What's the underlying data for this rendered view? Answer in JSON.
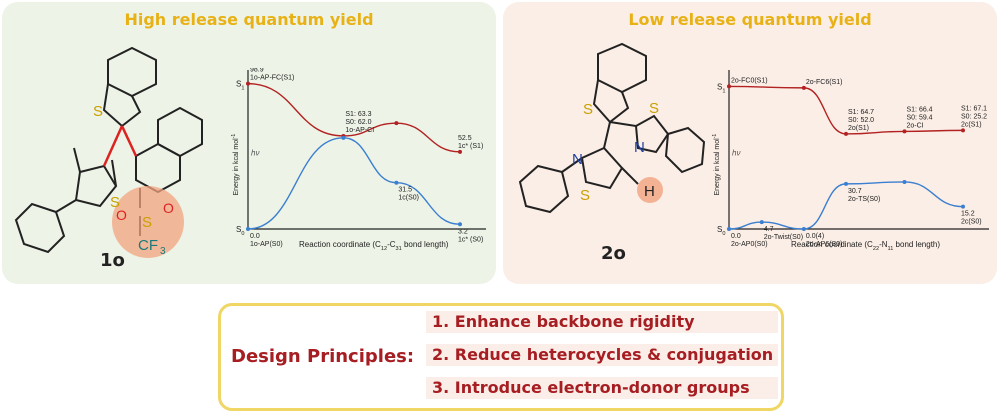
{
  "left": {
    "title": "High release quantum yield",
    "compound": "1o",
    "atoms": {
      "s1": "S",
      "s2": "S",
      "s3": "S",
      "o1": "O",
      "o2": "O",
      "cf3": "CF",
      "f3": "3"
    }
  },
  "right": {
    "title": "Low release quantum yield",
    "compound": "2o",
    "atoms": {
      "s1": "S",
      "s2": "S",
      "s3": "S",
      "n1": "N",
      "n2": "N",
      "h": "H"
    }
  },
  "design": {
    "title": "Design Principles:",
    "items": [
      "1. Enhance backbone rigidity",
      "2. Reduce heterocycles & conjugation",
      "3. Introduce electron-donor groups"
    ]
  },
  "colors": {
    "title": "#e8b217",
    "red_curve": "#b22222",
    "blue_curve": "#3a7fd0",
    "principle": "#a61d22"
  },
  "chart_data": [
    {
      "type": "line",
      "xlabel_html": [
        "Reaction coordinate (C",
        "12",
        "-C",
        "31",
        " bond length)"
      ],
      "ylabel": "Energy in kcal mol",
      "ylabel_sup": "-1",
      "hv_label": "hν",
      "s1_axis_label": [
        "S",
        "1"
      ],
      "s0_axis_label": [
        "S",
        "0"
      ],
      "ylim": [
        0,
        100
      ],
      "series": [
        {
          "name": "S1",
          "color": "#b22222",
          "points": [
            {
              "x": 0.0,
              "y": 98.9
            },
            {
              "x": 0.45,
              "y": 63.3
            },
            {
              "x": 0.7,
              "y": 72
            },
            {
              "x": 1.0,
              "y": 52.5
            }
          ]
        },
        {
          "name": "S0",
          "color": "#3a7fd0",
          "points": [
            {
              "x": 0.0,
              "y": 0.0
            },
            {
              "x": 0.45,
              "y": 62.0
            },
            {
              "x": 0.7,
              "y": 31.5
            },
            {
              "x": 1.0,
              "y": 3.2
            }
          ]
        }
      ],
      "annotations": [
        {
          "x": 0.0,
          "y": 98.9,
          "lines": [
            "98.9",
            "1o-AP-FC(S1)"
          ]
        },
        {
          "x": 0.0,
          "y": 0.0,
          "lines": [
            "0.0",
            "1o-AP(S0)"
          ]
        },
        {
          "x": 0.45,
          "y": 63.3,
          "lines": [
            "S1: 63.3",
            "S0: 62.0",
            "1o-AP-CI"
          ]
        },
        {
          "x": 0.7,
          "y": 31.5,
          "lines": [
            "31.5",
            "1c(S0)"
          ]
        },
        {
          "x": 1.0,
          "y": 52.5,
          "lines": [
            "52.5",
            "1c* (S1)"
          ]
        },
        {
          "x": 1.0,
          "y": 3.2,
          "lines": [
            "3.2",
            "1c* (S0)"
          ]
        }
      ]
    },
    {
      "type": "line",
      "xlabel_html": [
        "Reaction coordinate (C",
        "22",
        "-N",
        "11",
        " bond length)"
      ],
      "ylabel": "Energy in kcal mol",
      "ylabel_sup": "-1",
      "hv_label": "hν",
      "s1_axis_label": [
        "S",
        "1"
      ],
      "s0_axis_label": [
        "S",
        "0"
      ],
      "ylim": [
        0,
        100
      ],
      "series": [
        {
          "name": "S1",
          "color": "#b22222",
          "points": [
            {
              "x": 0.0,
              "y": 97
            },
            {
              "x": 0.32,
              "y": 96
            },
            {
              "x": 0.5,
              "y": 64.7
            },
            {
              "x": 0.75,
              "y": 66.4
            },
            {
              "x": 1.0,
              "y": 67.1
            }
          ]
        },
        {
          "name": "S0",
          "color": "#3a7fd0",
          "points": [
            {
              "x": 0.0,
              "y": 0.0
            },
            {
              "x": 0.14,
              "y": 4.7
            },
            {
              "x": 0.32,
              "y": 0.0
            },
            {
              "x": 0.5,
              "y": 30.7
            },
            {
              "x": 0.75,
              "y": 32
            },
            {
              "x": 1.0,
              "y": 15.2
            }
          ]
        }
      ],
      "annotations": [
        {
          "x": 0.0,
          "y": 97,
          "lines": [
            "2o-FC0(S1)"
          ]
        },
        {
          "x": 0.32,
          "y": 96,
          "lines": [
            "2o-FC6(S1)"
          ]
        },
        {
          "x": 0.5,
          "y": 64.7,
          "lines": [
            "S1: 64.7",
            "S0: 52.0",
            "2o(S1)"
          ]
        },
        {
          "x": 0.75,
          "y": 66.4,
          "lines": [
            "S1: 66.4",
            "S0: 59.4",
            "2o-CI"
          ]
        },
        {
          "x": 1.0,
          "y": 67.1,
          "lines": [
            "S1: 67.1",
            "S0: 25.2",
            "2c(S1)"
          ]
        },
        {
          "x": 0.14,
          "y": 4.7,
          "lines": [
            "4.7",
            "2o-Twist(S0)"
          ]
        },
        {
          "x": 0.0,
          "y": 0.0,
          "lines": [
            "0.0",
            "2o-AP0(S0)"
          ]
        },
        {
          "x": 0.32,
          "y": 0.0,
          "lines": [
            "0.0(4)",
            "2o-AP6(S0)"
          ]
        },
        {
          "x": 0.5,
          "y": 30.7,
          "lines": [
            "30.7",
            "2o-TS(S0)"
          ]
        },
        {
          "x": 1.0,
          "y": 15.2,
          "lines": [
            "15.2",
            "2c(S0)"
          ]
        }
      ]
    }
  ]
}
